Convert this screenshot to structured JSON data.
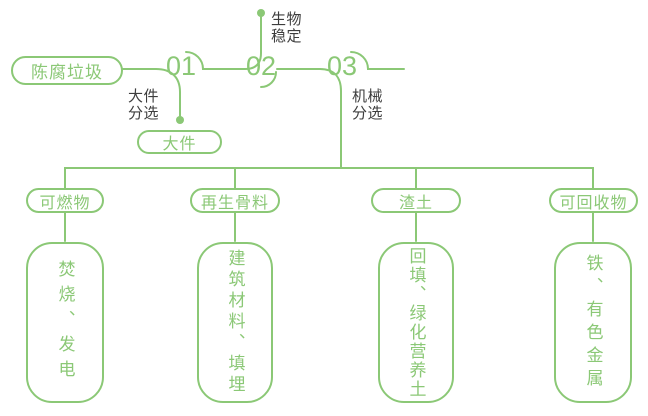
{
  "colors": {
    "green": "#8BC876",
    "label_dark": "#3D3D3D",
    "background": "#FFFFFF"
  },
  "flow": {
    "source_label": "陈腐垃圾",
    "steps": [
      {
        "number": "01",
        "side_label": "大件\n分选",
        "output_label": "大件"
      },
      {
        "number": "02",
        "side_label": "生物\n稳定"
      },
      {
        "number": "03",
        "side_label": "机械\n分选"
      }
    ]
  },
  "outputs": [
    {
      "category": "可燃物",
      "result": "焚烧、发电"
    },
    {
      "category": "再生骨料",
      "result": "建筑材料、填埋"
    },
    {
      "category": "渣土",
      "result": "回填、绿化营养土"
    },
    {
      "category": "可回收物",
      "result": "铁、有色金属"
    }
  ]
}
